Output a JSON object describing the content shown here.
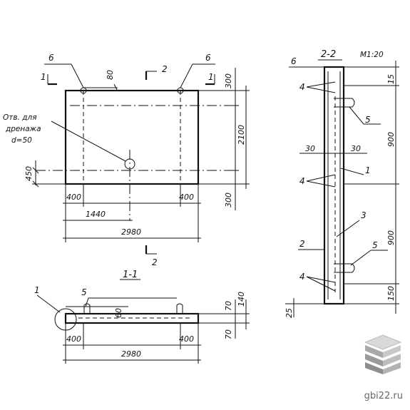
{
  "drawing": {
    "plan": {
      "section_mark": "2",
      "section_mark_bottom": "2",
      "cut_mark_left": "1",
      "cut_mark_right": "1",
      "callout_left": "6",
      "callout_right": "6",
      "drain_note_lines": [
        "Отв. для",
        "дренажа",
        "d=50"
      ],
      "dims": {
        "top_80": "80",
        "right_300_top": "300",
        "right_2100": "2100",
        "right_300_bottom": "300",
        "left_450": "450",
        "bottom_400_left": "400",
        "bottom_400_right": "400",
        "bottom_1440": "1440",
        "bottom_2980": "2980"
      }
    },
    "section_1": {
      "title": "1-1",
      "callout_1": "1",
      "callout_5": "5",
      "dims": {
        "d60": "60",
        "d70_top": "70",
        "d140": "140",
        "d70_bottom": "70",
        "d400_left": "400",
        "d400_right": "400",
        "d2980": "2980"
      }
    },
    "section_2": {
      "title": "2-2",
      "scale": "M1:20",
      "callout_6": "6",
      "callouts_4": [
        "4",
        "4",
        "4"
      ],
      "callouts_5": [
        "5",
        "5"
      ],
      "callout_1": "1",
      "callout_2": "2",
      "callout_3": "3",
      "dims": {
        "d15": "15",
        "d900_top": "900",
        "d900_bottom": "900",
        "d150": "150",
        "d25": "25",
        "d30_left": "30",
        "d30_right": "30"
      }
    }
  },
  "watermark": "gbi22.ru"
}
